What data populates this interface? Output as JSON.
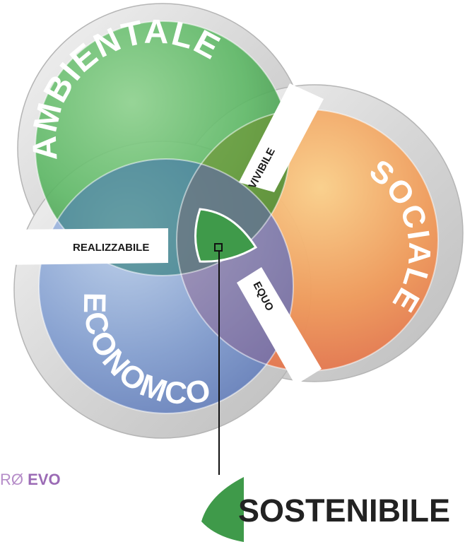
{
  "diagram": {
    "circles": [
      {
        "id": "ambientale",
        "label": "AMBIENTALE",
        "color": "#5db865"
      },
      {
        "id": "sociale",
        "label": "SOCIALE",
        "color": "#ee9a55"
      },
      {
        "id": "economico",
        "label": "ECONOMCO",
        "color": "#6f8fc9"
      }
    ],
    "overlaps": {
      "vivibile": "VIVIBILE",
      "realizzabile": "REALIZZABILE",
      "equo": "EQUO"
    },
    "center": {
      "label": "SOSTENIBILE",
      "color": "#3f9a4a"
    }
  },
  "brand": {
    "part1": "RØ",
    "part2": "EVO"
  }
}
